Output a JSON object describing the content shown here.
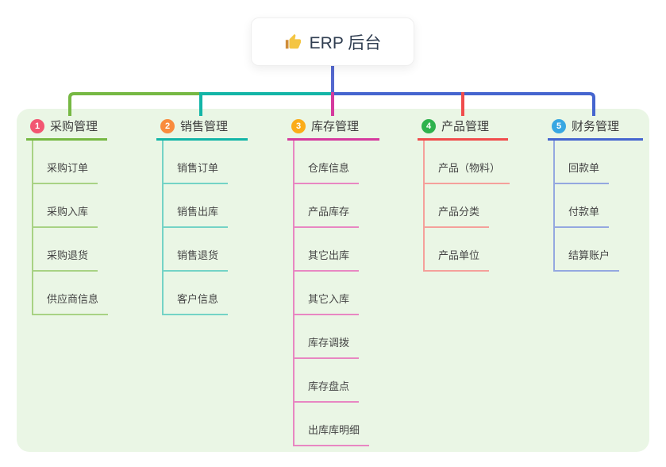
{
  "app": {
    "type": "mindmap",
    "panel_background": "#eaf6e5",
    "page_background": "#ffffff"
  },
  "root": {
    "icon": "thumbs-up-icon",
    "icon_color": "#f4c542",
    "label": "ERP 后台"
  },
  "connector_colors": {
    "trunk": "#5468cf",
    "branch_1": "#76b843",
    "branch_2": "#13b5a7",
    "branch_3": "#d53a9e",
    "branch_4": "#f04c4c",
    "branch_5": "#4565cf"
  },
  "branches": [
    {
      "num": "1",
      "label": "采购管理",
      "badge_color": "#f25672",
      "line_color": "#76b843",
      "child_line_color": "#a8d284",
      "children": [
        "采购订单",
        "采购入库",
        "采购退货",
        "供应商信息"
      ]
    },
    {
      "num": "2",
      "label": "销售管理",
      "badge_color": "#f98b3d",
      "line_color": "#13b5a7",
      "child_line_color": "#74d3c6",
      "children": [
        "销售订单",
        "销售出库",
        "销售退货",
        "客户信息"
      ]
    },
    {
      "num": "3",
      "label": "库存管理",
      "badge_color": "#fbac18",
      "line_color": "#d53a9e",
      "child_line_color": "#e887c2",
      "children": [
        "仓库信息",
        "产品库存",
        "其它出库",
        "其它入库",
        "库存调拨",
        "库存盘点",
        "出库库明细"
      ]
    },
    {
      "num": "4",
      "label": "产品管理",
      "badge_color": "#2eb24d",
      "line_color": "#f04c4c",
      "child_line_color": "#f5a09b",
      "children": [
        "产品（物料）",
        "产品分类",
        "产品单位"
      ]
    },
    {
      "num": "5",
      "label": "财务管理",
      "badge_color": "#38a7e2",
      "line_color": "#4565cf",
      "child_line_color": "#94a8e0",
      "children": [
        "回款单",
        "付款单",
        "结算账户"
      ]
    }
  ]
}
